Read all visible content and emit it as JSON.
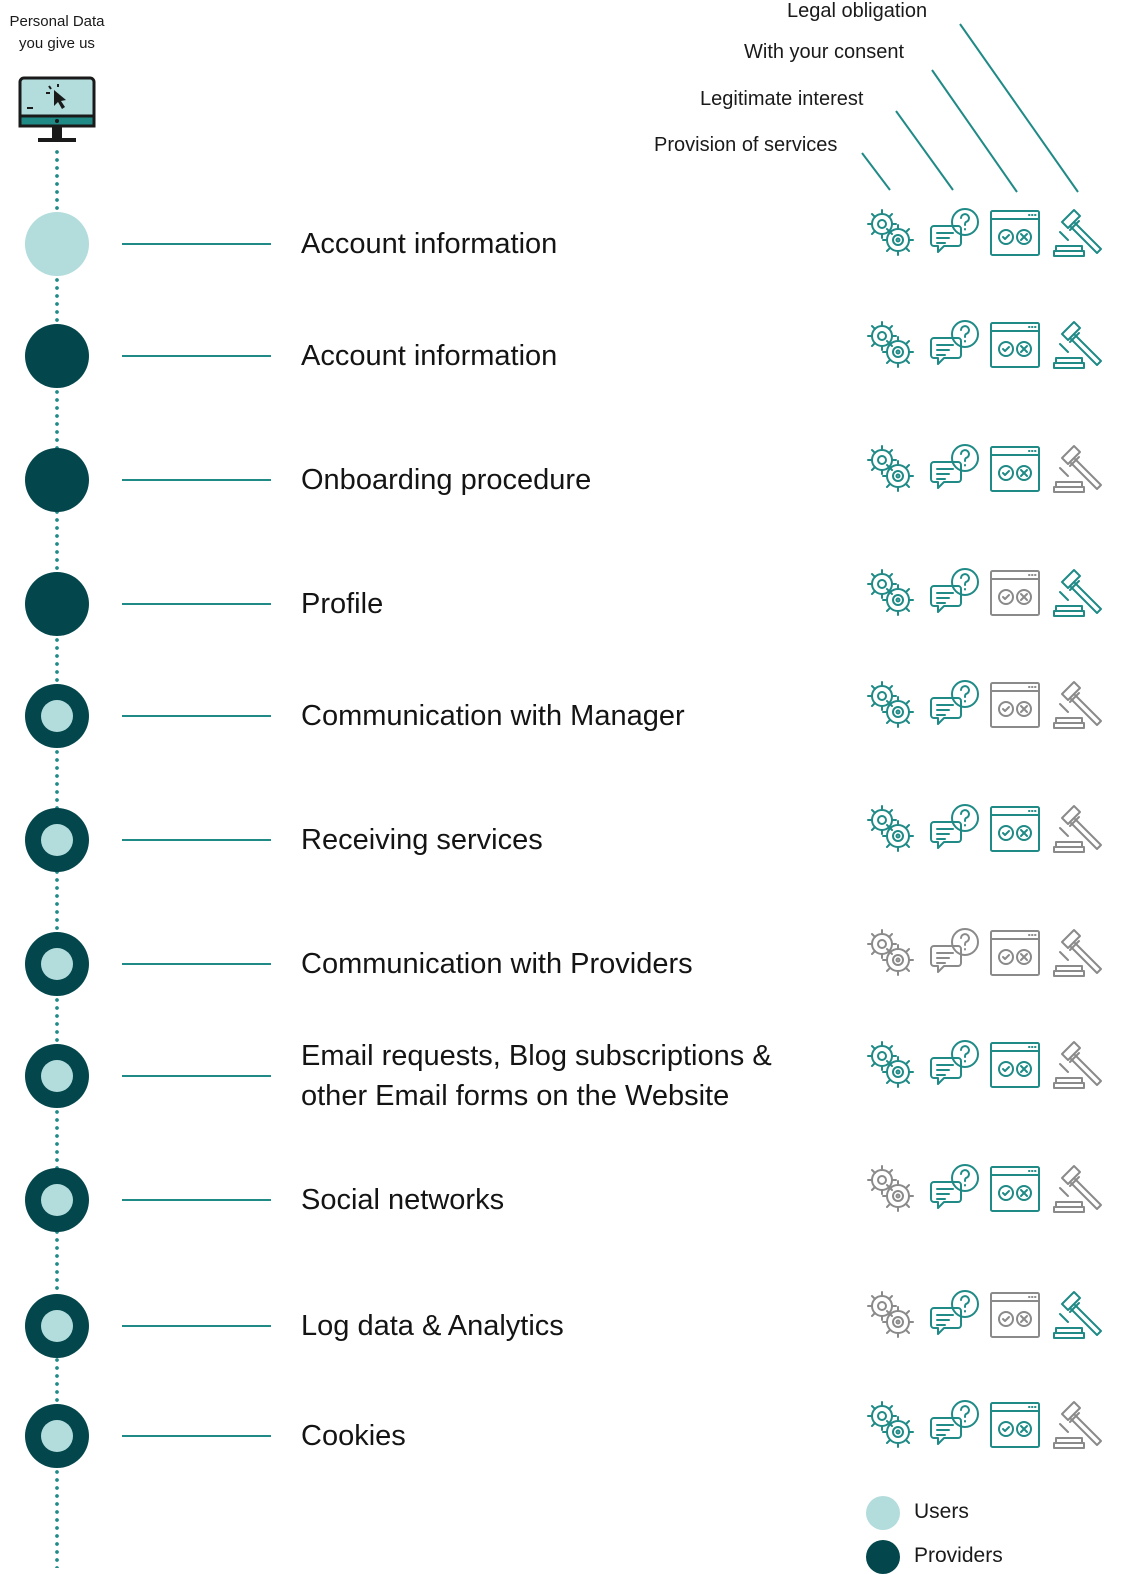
{
  "header": {
    "title_line1": "Personal Data",
    "title_line2": "you give us"
  },
  "legal_bases": [
    {
      "key": "provision",
      "label": "Provision of services",
      "icon": "gears-icon"
    },
    {
      "key": "legitimate",
      "label": "Legitimate interest",
      "icon": "chat-question-icon"
    },
    {
      "key": "consent",
      "label": "With your consent",
      "icon": "consent-window-icon"
    },
    {
      "key": "legal",
      "label": "Legal obligation",
      "icon": "gavel-icon"
    }
  ],
  "colors": {
    "active": "#1f8a86",
    "inactive": "#8a8a8a",
    "users": "#b3dcdc",
    "providers": "#03474c"
  },
  "rows": [
    {
      "label": "Account information",
      "audience": "users",
      "bases": [
        true,
        true,
        true,
        true
      ]
    },
    {
      "label": "Account information",
      "audience": "providers",
      "bases": [
        true,
        true,
        true,
        true
      ]
    },
    {
      "label": "Onboarding procedure",
      "audience": "providers",
      "bases": [
        true,
        true,
        true,
        false
      ]
    },
    {
      "label": "Profile",
      "audience": "providers",
      "bases": [
        true,
        true,
        false,
        true
      ]
    },
    {
      "label": "Communication with Manager",
      "audience": "both",
      "bases": [
        true,
        true,
        false,
        false
      ]
    },
    {
      "label": "Receiving services",
      "audience": "both",
      "bases": [
        true,
        true,
        true,
        false
      ]
    },
    {
      "label": "Communication with Providers",
      "audience": "both",
      "bases": [
        false,
        false,
        false,
        false
      ]
    },
    {
      "label": "Email requests, Blog subscriptions & other Email forms on the Website",
      "audience": "both",
      "bases": [
        true,
        true,
        true,
        false
      ]
    },
    {
      "label": "Social networks",
      "audience": "both",
      "bases": [
        false,
        true,
        true,
        false
      ]
    },
    {
      "label": "Log data & Analytics",
      "audience": "both",
      "bases": [
        false,
        true,
        false,
        true
      ]
    },
    {
      "label": "Cookies",
      "audience": "both",
      "bases": [
        true,
        true,
        true,
        false
      ]
    }
  ],
  "legend": [
    {
      "label": "Users",
      "type": "users"
    },
    {
      "label": "Providers",
      "type": "providers"
    }
  ]
}
